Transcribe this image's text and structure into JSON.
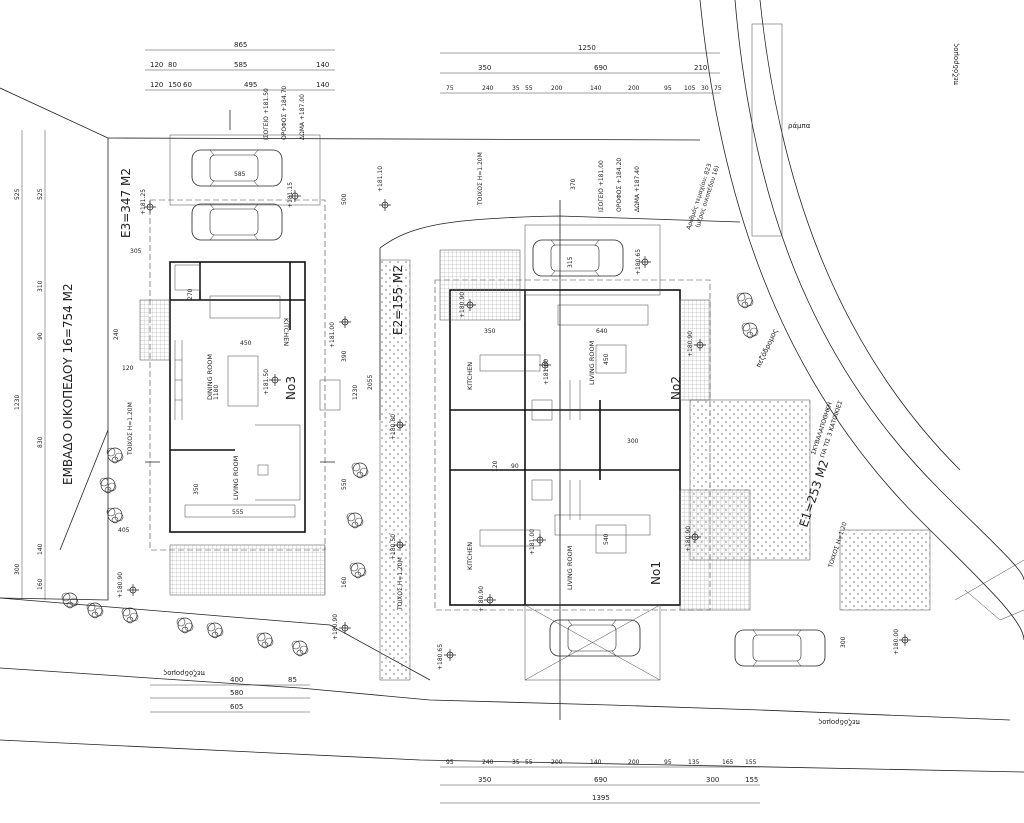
{
  "plot_area": "ΕΜΒΑΔΟ ΟΙΚΟΠΕΔΟΥ 16=754 M2",
  "plot_number": "Αριθμός τεμαχίου: 823",
  "plot_share": "(μέρος οικοπέδου 16)",
  "ramp": "ράμπα",
  "sidewalk": "πεζόδρομος",
  "units": {
    "e3": "E3=347 M2",
    "e2": "E2=155 M2",
    "e1": "E1=253 M2",
    "no3": "No3",
    "no2": "No2",
    "no1": "No1"
  },
  "rooms": {
    "kitchen": "KITCHEN",
    "living": "LIVING ROOM",
    "dining": "DINING ROOM"
  },
  "walls": {
    "w120": "ΤΟΙΧΟΣ Η=1.20Μ",
    "w120b": "ΤΟΙΧΟΣ Η=1.20",
    "storage1": "ΣΚΥΒΑΛΑΠΟΘΗΚΗ",
    "storage2": "ΓΙΑ ΤΙΣ 3 ΚΑΤΟΙΚΙΕΣ"
  },
  "levels_left": [
    "ΙΣΟΓΕΙΟ +181.50",
    "ΟΡΟΦΟΣ +184.70",
    "ΔΩΜΑ +187.00"
  ],
  "levels_right": [
    "ΙΣΟΓΕΙΟ +181.00",
    "ΟΡΟΦΟΣ +184.20",
    "ΔΩΜΑ +187.40"
  ],
  "elevations": {
    "e18125": "+181.25",
    "e18115": "+181.15",
    "e18110": "+181.10",
    "e18065": "+180.65",
    "e18090a": "+180.90",
    "e18100a": "+181.00",
    "e18150": "+181.50",
    "e18080": "+180.80",
    "e18090b": "+180.90",
    "e18100b": "+181.00",
    "e18050": "+180.50",
    "e18090c": "+180.90",
    "e18090d": "+180.90",
    "e18000": "+180.00",
    "e18090e": "+180.90",
    "e18065b": "+180.65",
    "e18100c": "+181.00",
    "e18100d": "+181.00"
  },
  "dims_top_left": {
    "total": "865",
    "row2": [
      "120",
      "80",
      "585",
      "140"
    ],
    "row3": [
      "120",
      "150",
      "60",
      "495",
      "140"
    ]
  },
  "dims_top_right": {
    "total": "1250",
    "row2": [
      "350",
      "690",
      "210"
    ],
    "row3": [
      "75",
      "240",
      "35",
      "55",
      "200",
      "140",
      "200",
      "95",
      "105",
      "30",
      "75"
    ]
  },
  "dims_bottom_left": [
    "400",
    "85",
    "580",
    "605"
  ],
  "dims_bottom_right": {
    "row1": [
      "95",
      "240",
      "35",
      "55",
      "200",
      "140",
      "200",
      "95",
      "135",
      "165",
      "155"
    ],
    "row2": [
      "350",
      "690",
      "300",
      "155"
    ],
    "total": "1395"
  },
  "dims_left": [
    "525",
    "525",
    "310",
    "1230",
    "830",
    "300",
    "160",
    "140",
    "90",
    "240"
  ],
  "dims_inner": [
    "305",
    "270",
    "450",
    "1180",
    "350",
    "555",
    "405",
    "120",
    "160",
    "350",
    "640",
    "450",
    "300",
    "540",
    "120",
    "90",
    "370",
    "550",
    "500",
    "585",
    "315",
    "2055",
    "1230",
    "390",
    "300"
  ]
}
